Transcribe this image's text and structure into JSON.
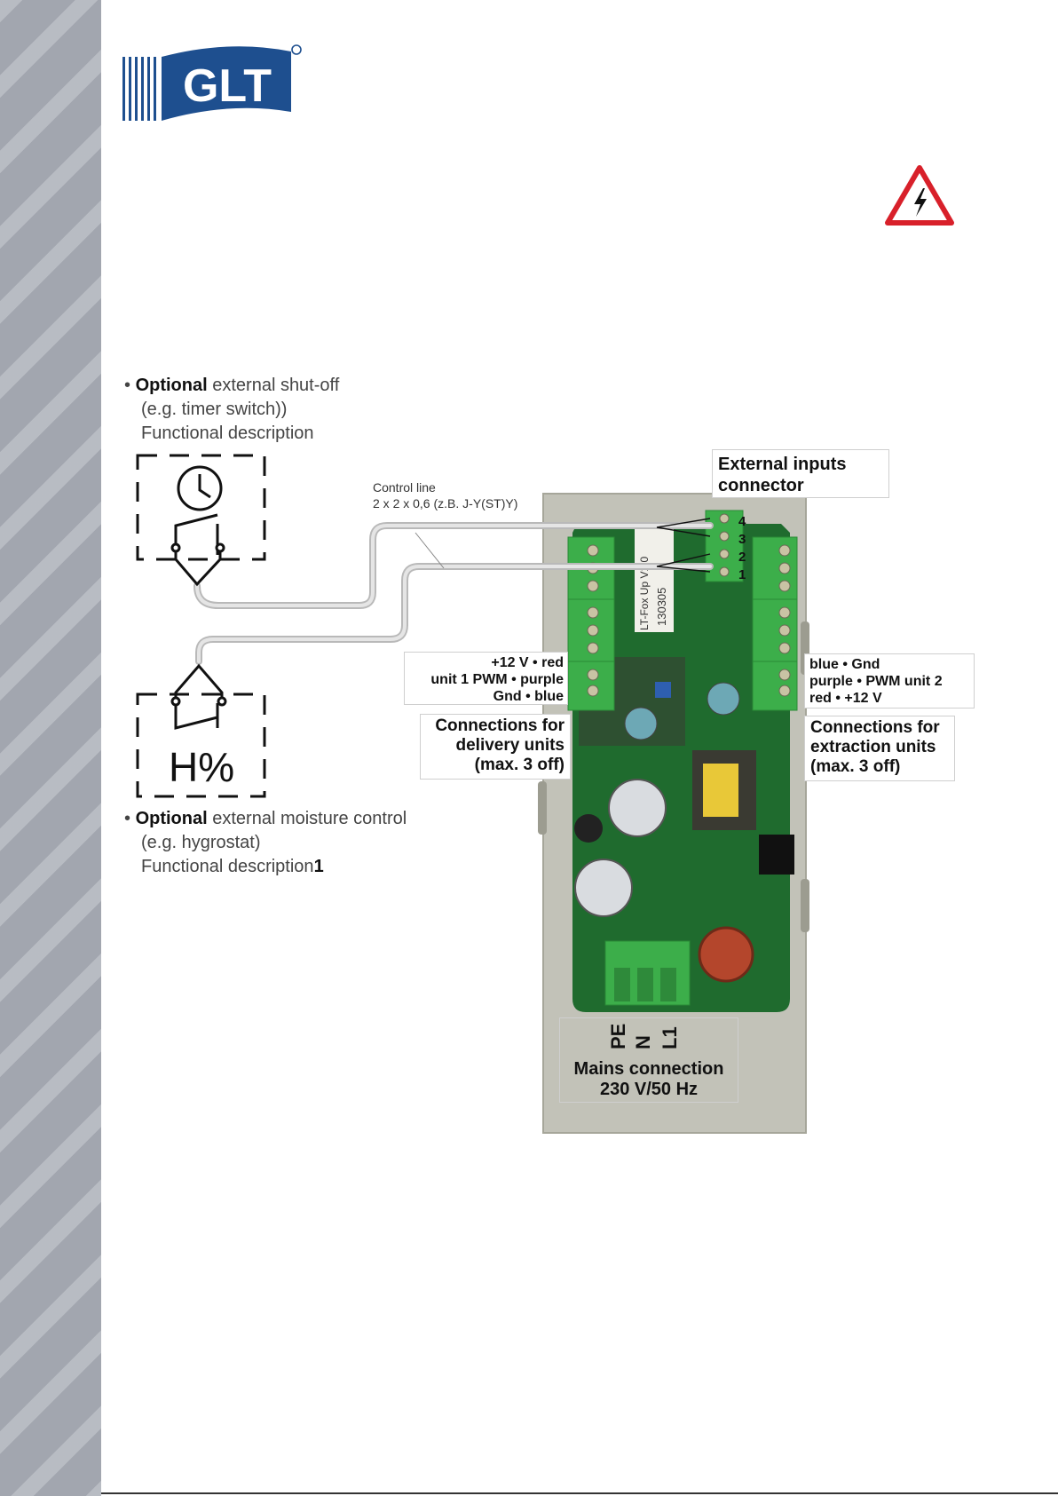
{
  "logo": {
    "text": "GLT"
  },
  "notes": {
    "shutoff": {
      "bold": "Optional",
      "rest": " external shut-off",
      "line2": "(e.g. timer switch))",
      "line3": "Functional description"
    },
    "moisture": {
      "bold": "Optional",
      "rest": " external moisture control",
      "line2": "(e.g. hygrostat)",
      "line3": "Functional description",
      "line3_suffix": "1"
    }
  },
  "hygro_symbol": "H%",
  "control_line": {
    "line1": "Control line",
    "line2": "2 x 2 x 0,6 (z.B. J-Y(ST)Y)"
  },
  "external_inputs": {
    "line1": "External inputs",
    "line2": "connector",
    "pins": [
      "4",
      "3",
      "2",
      "1"
    ]
  },
  "unit1": {
    "row1": "+12 V • red",
    "row2": "unit 1  PWM • purple",
    "row3": "Gnd • blue"
  },
  "unit2": {
    "row1": "blue • Gnd",
    "row2": "purple • PWM  unit 2",
    "row3": "red • +12 V"
  },
  "delivery": {
    "line1": "Connections for",
    "line2": "delivery units",
    "line3": "(max. 3 off)"
  },
  "extraction": {
    "line1": "Connections for",
    "line2": "extraction units",
    "line3": "(max. 3 off)"
  },
  "mains": {
    "terminals": [
      "PE",
      "N",
      "L1"
    ],
    "line1": "Mains connection",
    "line2": "230 V/50 Hz"
  },
  "board_label": {
    "line1": "LT-Fox Up V1.0",
    "line2": "130305"
  },
  "colors": {
    "logo_blue": "#1e4f8f",
    "warning_red": "#d8202a",
    "terminal_green": "#3cae4a",
    "pcb_green": "#1f6b2e",
    "sidebar_gray": "#a9adb6"
  }
}
